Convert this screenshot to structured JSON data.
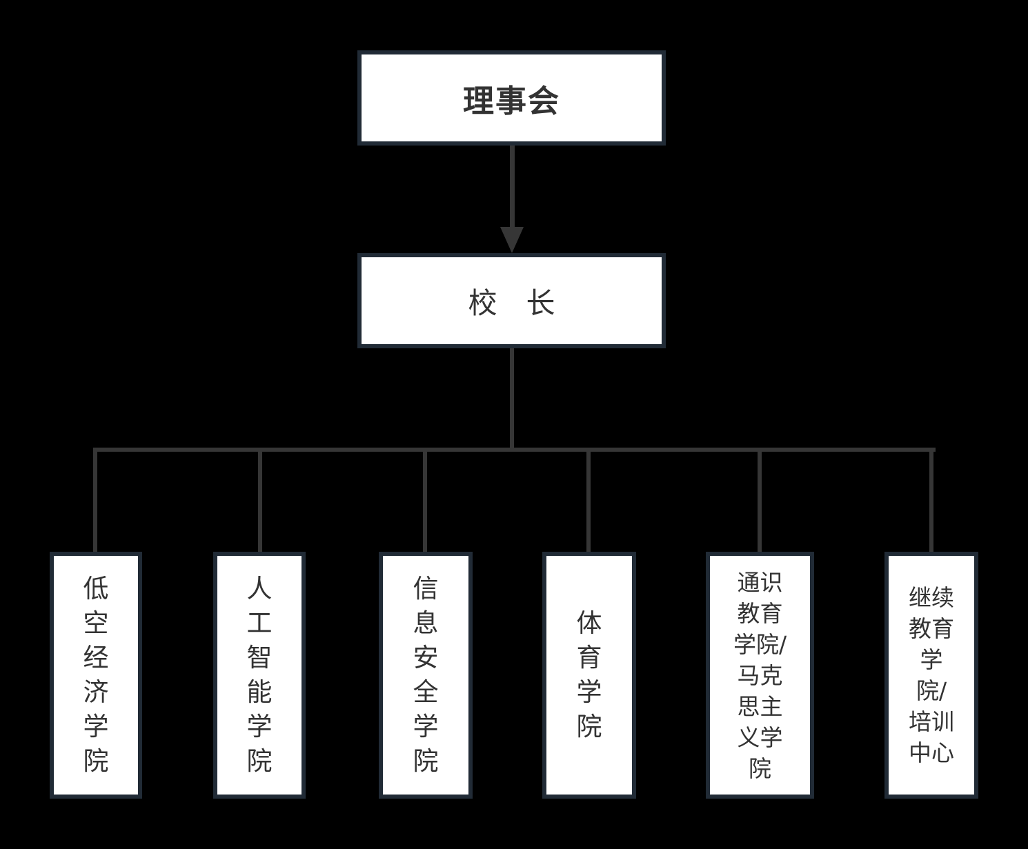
{
  "diagram": {
    "type": "org-chart",
    "nodes": {
      "board": {
        "label": "理事会"
      },
      "president": {
        "label": "校　长"
      },
      "departments": [
        {
          "label": "低\n空\n经\n济\n学\n院"
        },
        {
          "label": "人\n工\n智\n能\n学\n院"
        },
        {
          "label": "信\n息\n安\n全\n学\n院"
        },
        {
          "label": "体\n育\n学\n院"
        },
        {
          "label": "通识\n教育\n学院/\n马克\n思主\n义学\n院"
        },
        {
          "label": "继续\n教育\n学\n院/\n培训\n中心"
        }
      ]
    },
    "colors": {
      "background": "#000000",
      "node_fill": "#ffffff",
      "node_border": "#212b36",
      "connector": "#363636",
      "text": "#333333"
    }
  }
}
